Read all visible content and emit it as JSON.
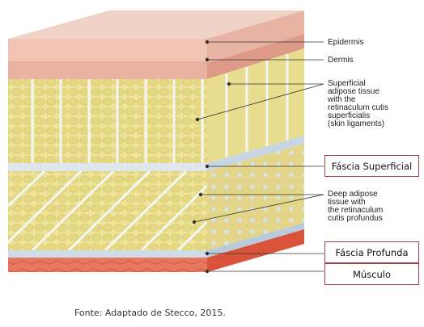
{
  "labels": {
    "epidermis": "Epidermis",
    "dermis": "Dermis",
    "superficial_adipose": "Superficial\nadipose tissue\nwith the\nretinaculum cutis\nsuperficialis\n(skin ligaments)",
    "deep_adipose": "Deep adipose\ntissue with\nthe retinaculum\ncutis profundus"
  },
  "boxes": {
    "fascia_superficial": "Fáscia Superficial",
    "fascia_profunda": "Fáscia Profunda",
    "musculo": "Músculo"
  },
  "caption": "Fonte: Adaptado de Stecco, 2015.",
  "colors": {
    "epidermis": "#f2c4b6",
    "dermis": "#e9a796",
    "fat": "#ede49a",
    "fascia": "#c9d9e6",
    "muscle": "#e7664e",
    "box_border": "#a0404a"
  }
}
